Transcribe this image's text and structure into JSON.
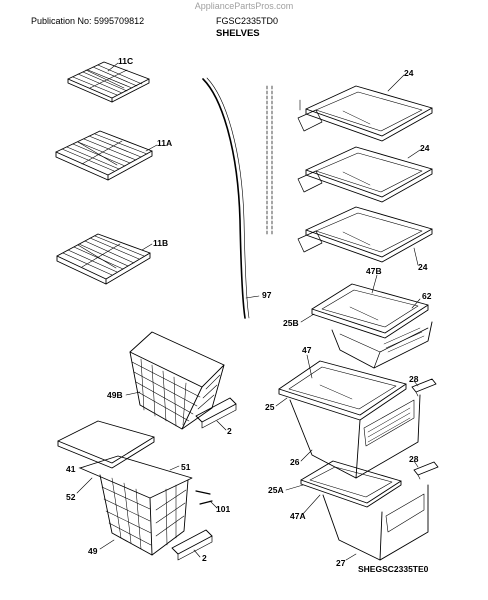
{
  "header": {
    "watermark": "AppliancePartsPros.com",
    "publication": "Publication No: 5995709812",
    "model": "FGSC2335TD0",
    "section": "SHELVES"
  },
  "parts": [
    {
      "key": "p11C",
      "label": "11C"
    },
    {
      "key": "p11A",
      "label": "11A"
    },
    {
      "key": "p11B",
      "label": "11B"
    },
    {
      "key": "p97",
      "label": "97"
    },
    {
      "key": "p24a",
      "label": "24"
    },
    {
      "key": "p24b",
      "label": "24"
    },
    {
      "key": "p24c",
      "label": "24"
    },
    {
      "key": "p47B",
      "label": "47B"
    },
    {
      "key": "p62",
      "label": "62"
    },
    {
      "key": "p25B",
      "label": "25B"
    },
    {
      "key": "p47",
      "label": "47"
    },
    {
      "key": "p28a",
      "label": "28"
    },
    {
      "key": "p25",
      "label": "25"
    },
    {
      "key": "p26",
      "label": "26"
    },
    {
      "key": "p28b",
      "label": "28"
    },
    {
      "key": "p25A",
      "label": "25A"
    },
    {
      "key": "p47A",
      "label": "47A"
    },
    {
      "key": "p27",
      "label": "27"
    },
    {
      "key": "p49B",
      "label": "49B"
    },
    {
      "key": "p2a",
      "label": "2"
    },
    {
      "key": "p41",
      "label": "41"
    },
    {
      "key": "p51",
      "label": "51"
    },
    {
      "key": "p52",
      "label": "52"
    },
    {
      "key": "p101",
      "label": "101"
    },
    {
      "key": "p49",
      "label": "49"
    },
    {
      "key": "p2b",
      "label": "2"
    }
  ],
  "art_code": "SHEGSC2335TE0"
}
